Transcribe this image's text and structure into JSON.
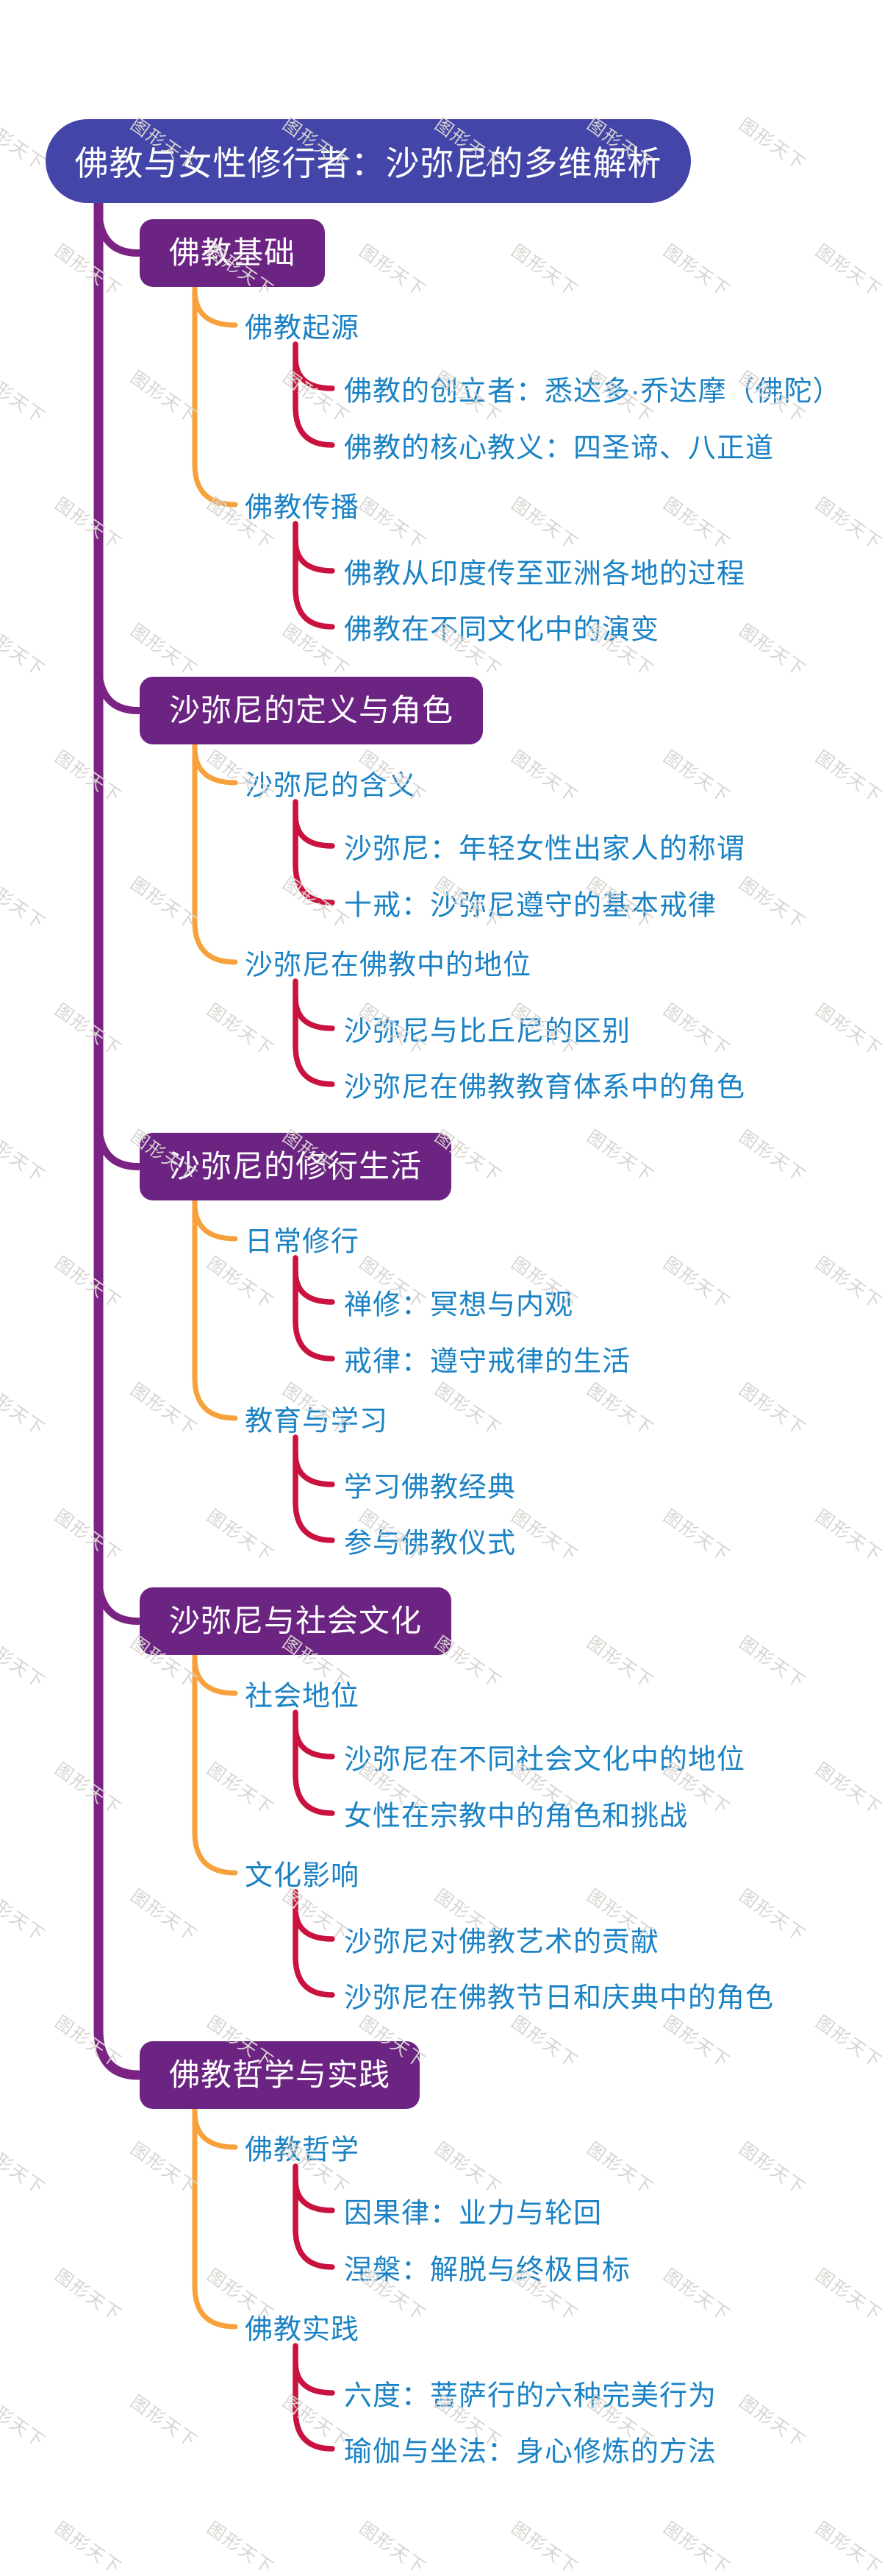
{
  "title": "佛教与女性修行者：沙弥尼的多维解析",
  "watermark_text": "图形天下",
  "colors": {
    "root_fill": "#4345A8",
    "branch_fill": "#6C2482",
    "trunk": "#7A2383",
    "level2_connector": "#F7A13C",
    "level3_connector": "#C9133E",
    "text_blue": "#1A82C4",
    "watermark": "#D8D4D0"
  },
  "branches": [
    {
      "label": "佛教基础",
      "children": [
        {
          "label": "佛教起源",
          "children": [
            "佛教的创立者：悉达多·乔达摩（佛陀）",
            "佛教的核心教义：四圣谛、八正道"
          ]
        },
        {
          "label": "佛教传播",
          "children": [
            "佛教从印度传至亚洲各地的过程",
            "佛教在不同文化中的演变"
          ]
        }
      ]
    },
    {
      "label": "沙弥尼的定义与角色",
      "children": [
        {
          "label": "沙弥尼的含义",
          "children": [
            "沙弥尼：年轻女性出家人的称谓",
            "十戒：沙弥尼遵守的基本戒律"
          ]
        },
        {
          "label": "沙弥尼在佛教中的地位",
          "children": [
            "沙弥尼与比丘尼的区别",
            "沙弥尼在佛教教育体系中的角色"
          ]
        }
      ]
    },
    {
      "label": "沙弥尼的修行生活",
      "children": [
        {
          "label": "日常修行",
          "children": [
            "禅修：冥想与内观",
            "戒律：遵守戒律的生活"
          ]
        },
        {
          "label": "教育与学习",
          "children": [
            "学习佛教经典",
            "参与佛教仪式"
          ]
        }
      ]
    },
    {
      "label": "沙弥尼与社会文化",
      "children": [
        {
          "label": "社会地位",
          "children": [
            "沙弥尼在不同社会文化中的地位",
            "女性在宗教中的角色和挑战"
          ]
        },
        {
          "label": "文化影响",
          "children": [
            "沙弥尼对佛教艺术的贡献",
            "沙弥尼在佛教节日和庆典中的角色"
          ]
        }
      ]
    },
    {
      "label": "佛教哲学与实践",
      "children": [
        {
          "label": "佛教哲学",
          "children": [
            "因果律：业力与轮回",
            "涅槃：解脱与终极目标"
          ]
        },
        {
          "label": "佛教实践",
          "children": [
            "六度：菩萨行的六种完美行为",
            "瑜伽与坐法：身心修炼的方法"
          ]
        }
      ]
    }
  ]
}
